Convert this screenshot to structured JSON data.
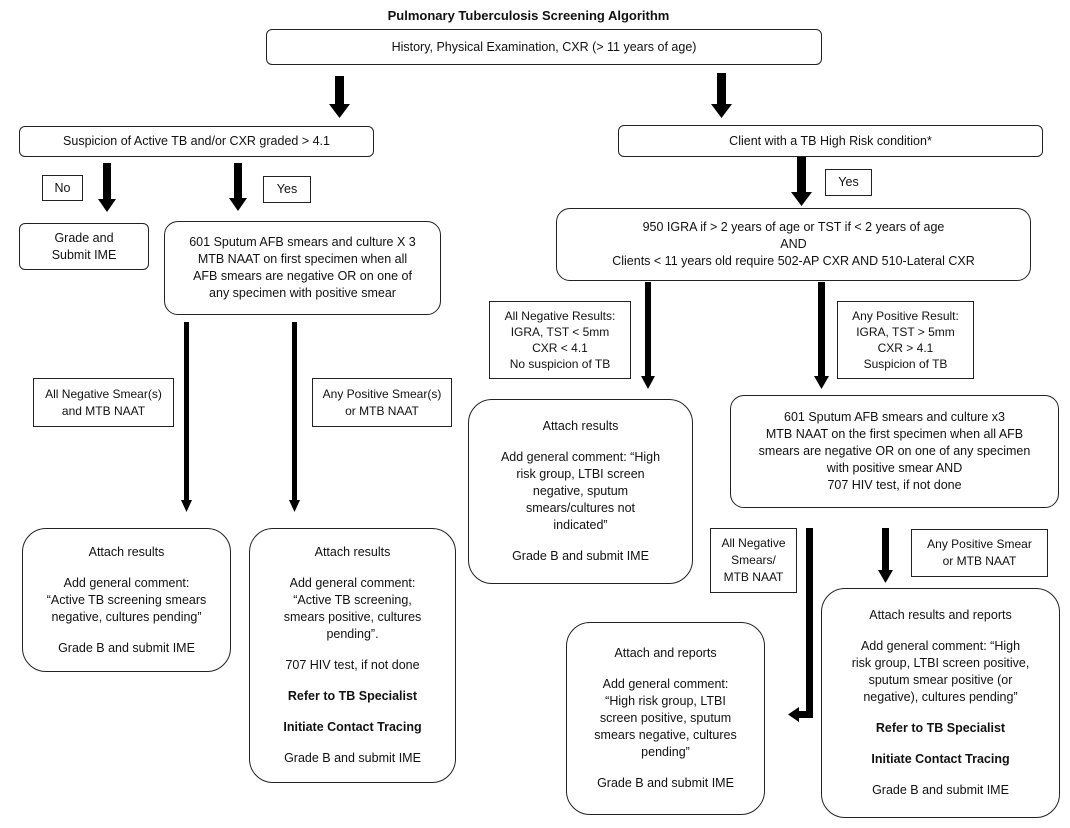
{
  "title": "Pulmonary Tuberculosis Screening Algorithm",
  "top_box": "History, Physical Examination, CXR (> 11 years of age)",
  "left": {
    "suspicion_box": "Suspicion of Active TB and/or CXR graded > 4.1",
    "no_label": "No",
    "yes_label": "Yes",
    "grade_box": [
      "Grade and",
      "Submit IME"
    ],
    "sputum_box": [
      "601 Sputum AFB smears and culture X 3",
      "MTB NAAT on first specimen when all",
      "AFB smears are negative OR on one of",
      "any specimen with positive smear"
    ],
    "neg_label": [
      "All Negative Smear(s)",
      "and MTB NAAT"
    ],
    "pos_label": [
      "Any Positive Smear(s)",
      "or MTB NAAT"
    ],
    "neg_result": {
      "attach": "Attach results",
      "comment": [
        "Add general comment:",
        "“Active TB screening smears",
        "negative, cultures pending”"
      ],
      "grade": "Grade B and submit IME"
    },
    "pos_result": {
      "attach": "Attach results",
      "comment": [
        "Add general comment:",
        "“Active TB screening,",
        "smears positive, cultures",
        "pending”."
      ],
      "hiv": "707 HIV test, if not done",
      "refer": "Refer to TB Specialist",
      "contact": "Initiate Contact Tracing",
      "grade": "Grade B and submit IME"
    }
  },
  "right": {
    "highrisk_box": "Client with a TB High Risk condition*",
    "yes_label": "Yes",
    "igra_box": [
      "950 IGRA if > 2 years of age or TST if < 2 years of age",
      "AND",
      "Clients < 11 years old require 502-AP CXR AND 510-Lateral CXR"
    ],
    "neg_label": [
      "All Negative Results:",
      "IGRA, TST < 5mm",
      "CXR < 4.1",
      "No suspicion of TB"
    ],
    "pos_label": [
      "Any Positive Result:",
      "IGRA, TST > 5mm",
      "CXR > 4.1",
      "Suspicion of TB"
    ],
    "neg_result": {
      "attach": "Attach results",
      "comment": [
        "Add general comment: “High",
        "risk group, LTBI screen",
        "negative, sputum",
        "smears/cultures not",
        "indicated”"
      ],
      "grade": "Grade B and submit IME"
    },
    "sputum_box": [
      "601 Sputum AFB smears and culture x3",
      "MTB NAAT on the first specimen when all AFB",
      "smears are negative OR on one of any specimen",
      "with positive smear AND",
      "707 HIV test, if not done"
    ],
    "neg_smear_label": [
      "All Negative",
      "Smears/",
      "MTB NAAT"
    ],
    "pos_smear_label": [
      "Any Positive Smear",
      "or MTB NAAT"
    ],
    "neg_smear_result": {
      "attach": "Attach and reports",
      "comment": [
        "Add general comment:",
        "“High risk group, LTBI",
        "screen positive, sputum",
        "smears negative, cultures",
        "pending”"
      ],
      "grade": "Grade B and submit IME"
    },
    "pos_smear_result": {
      "attach": "Attach results and reports",
      "comment": [
        "Add general comment: “High",
        "risk group, LTBI screen positive,",
        "sputum smear positive (or",
        "negative), cultures pending”"
      ],
      "refer": "Refer to TB Specialist",
      "contact": "Initiate Contact Tracing",
      "grade": "Grade B and submit IME"
    }
  }
}
